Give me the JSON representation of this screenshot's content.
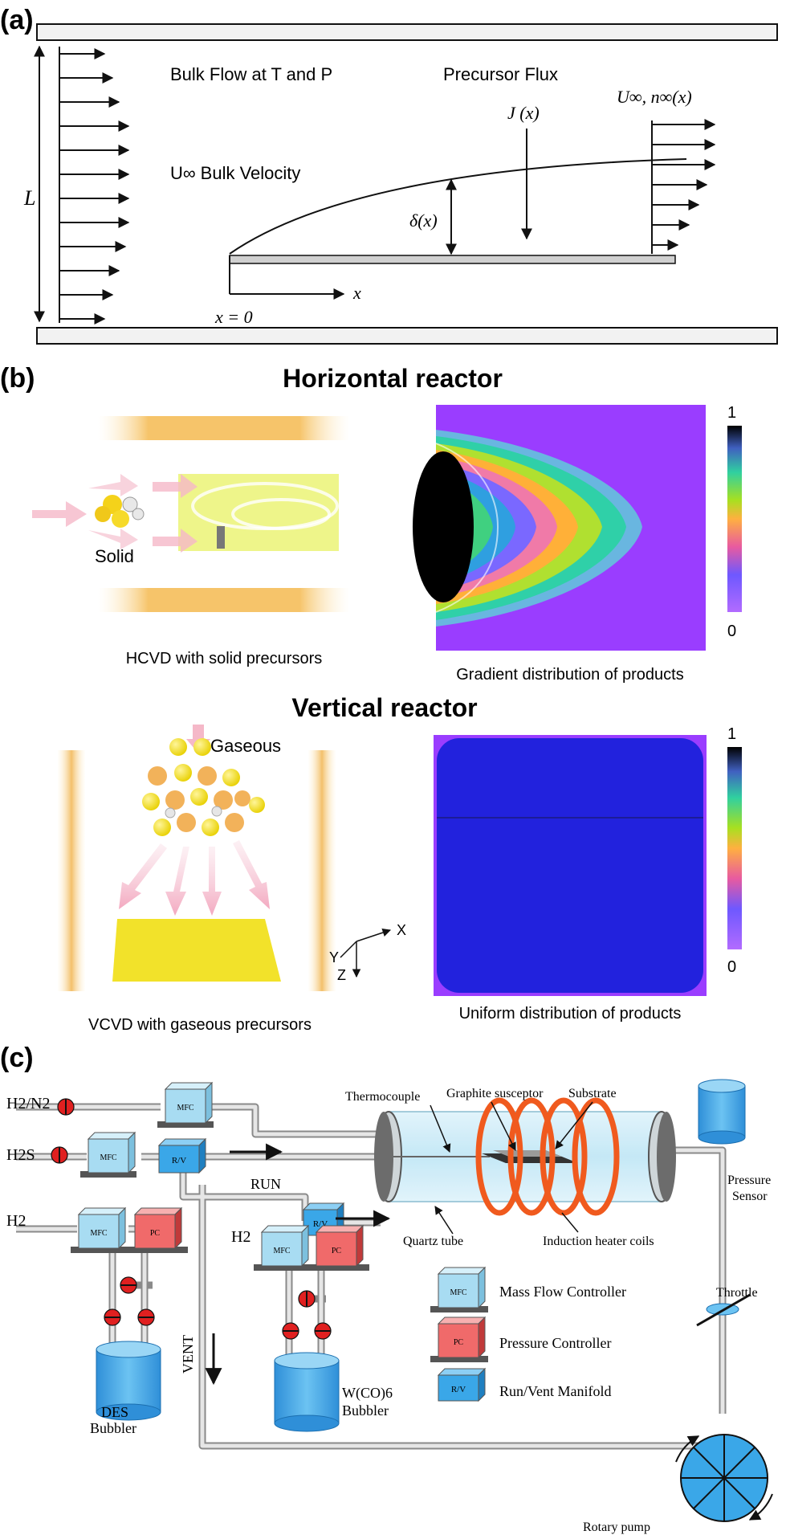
{
  "panel_a": {
    "label": "(a)",
    "bulk_flow": "Bulk Flow at T and P",
    "precursor_flux": "Precursor Flux",
    "flux_symbol": "J (x)",
    "u_inf_label": "U∞, n∞(x)",
    "bulk_velocity": "U∞ Bulk Velocity",
    "L": "L",
    "delta": "δ(x)",
    "x_axis": "x",
    "x0": "x = 0"
  },
  "panel_b": {
    "label": "(b)",
    "horizontal_title": "Horizontal reactor",
    "solid": "Solid",
    "hcvd_caption": "HCVD with solid precursors",
    "gradient_caption": "Gradient distribution of products",
    "scale_max": "1",
    "scale_min": "0",
    "vertical_title": "Vertical reactor",
    "gaseous": "Gaseous",
    "axis_x": "X",
    "axis_y": "Y",
    "axis_z": "Z",
    "vcvd_caption": "VCVD with gaseous precursors",
    "uniform_caption": "Uniform distribution of products",
    "colors": {
      "purple_bg": "#9a3dff",
      "uniform_blue": "#2222dd",
      "yellow": "#f2e22a"
    }
  },
  "panel_c": {
    "label": "(c)",
    "h2n2": "H2/N2",
    "h2s": "H2S",
    "h2_left": "H2",
    "h2_mid": "H2",
    "mfc": "MFC",
    "pc": "PC",
    "rv": "R/V",
    "run": "RUN",
    "vent": "VENT",
    "thermocouple": "Thermocouple",
    "graphite_susceptor": "Graphite susceptor",
    "substrate": "Substrate",
    "pressure_sensor_1": "Pressure",
    "pressure_sensor_2": "Sensor",
    "quartz_tube": "Quartz tube",
    "induction_coils": "Induction heater coils",
    "legend_mfc": "Mass Flow Controller",
    "legend_pc": "Pressure Controller",
    "legend_rv": "Run/Vent Manifold",
    "throttle": "Throttle",
    "des_1": "DES",
    "des_2": "Bubbler",
    "wco_1": "W(CO)6",
    "wco_2": "Bubbler",
    "rotary_pump": "Rotary pump",
    "colors": {
      "mfc": "#a8dcf2",
      "pc": "#f06a6a",
      "rv": "#3aa7e8",
      "pipe": "#d9d9d9",
      "coil": "#f05a1e",
      "valve": "#e02020"
    }
  }
}
